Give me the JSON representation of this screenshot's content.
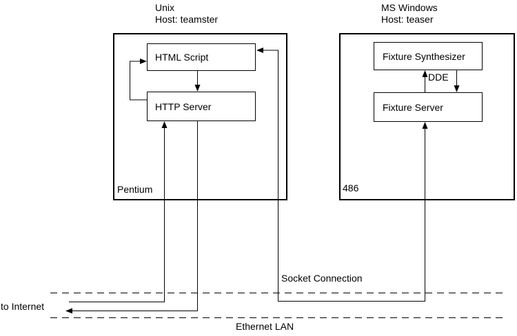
{
  "canvas": {
    "background": "#ffffff",
    "line_color": "#000000",
    "text_color": "#000000"
  },
  "unix_host": {
    "platform": "Unix",
    "host": "Host: teamster",
    "cpu": "Pentium",
    "components": {
      "html_script": "HTML Script",
      "http_server": "HTTP Server"
    }
  },
  "windows_host": {
    "platform": "MS Windows",
    "host": "Host: teaser",
    "cpu": "486",
    "components": {
      "fixture_synthesizer": "Fixture Synthesizer",
      "fixture_server": "Fixture Server"
    }
  },
  "connections": {
    "dde_label": "DDE",
    "socket_label": "Socket Connection",
    "lan_label": "Ethernet LAN",
    "internet_label": "to Internet"
  }
}
